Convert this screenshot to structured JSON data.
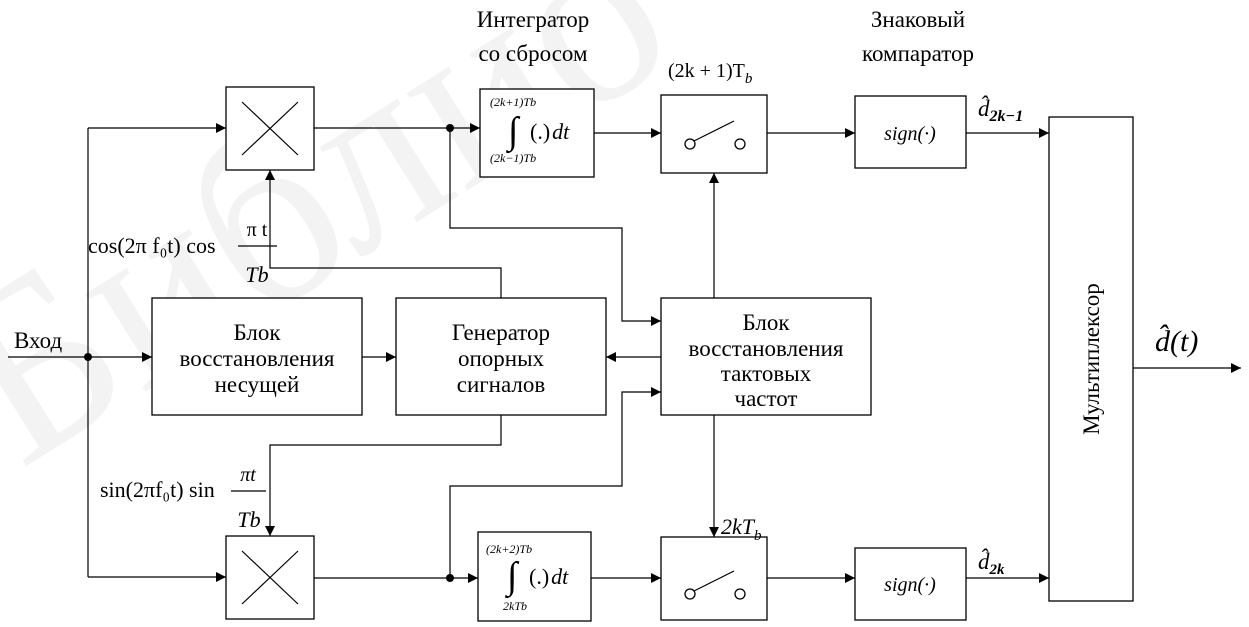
{
  "watermark": "Библио",
  "labels": {
    "input": "Вход",
    "integrator_title_1": "Интегратор",
    "integrator_title_2": "со сбросом",
    "comparator_title_1": "Знаковый",
    "comparator_title_2": "компаратор",
    "sample_top": "(2k + 1)T",
    "sample_top_sub": "b",
    "sample_bottom": "2kT",
    "sample_bottom_sub": "b",
    "output_odd": "d̂",
    "output_odd_sub": "2k−1",
    "output_even": "d̂",
    "output_even_sub": "2k",
    "output_main": "d̂(t)",
    "cos_formula": "cos(2π f₀t) cos",
    "cos_numerator": "π t",
    "cos_denominator": "Tb",
    "sin_formula": "sin(2πf₀t) sin",
    "sin_numerator": "πt",
    "sin_denominator": "Tb"
  },
  "blocks": {
    "carrier_recovery": {
      "line1": "Блок",
      "line2": "восстановления",
      "line3": "несущей"
    },
    "reference_generator": {
      "line1": "Генератор",
      "line2": "опорных",
      "line3": "сигналов"
    },
    "clock_recovery": {
      "line1": "Блок",
      "line2": "восстановления",
      "line3": "тактовых",
      "line4": "частот"
    },
    "integrator_top": {
      "upper_limit": "(2k+1)Tb",
      "lower_limit": "(2k−1)Tb",
      "integral_sign": "∫",
      "integrand": "(.)",
      "differential": "dt"
    },
    "integrator_bottom": {
      "upper_limit": "(2k+2)Tb",
      "lower_limit": "2kTb",
      "integral_sign": "∫",
      "integrand": "(.)",
      "differential": "dt"
    },
    "sign_top": "sign(·)",
    "sign_bottom": "sign(·)",
    "multiplexer": "Мультиплексор"
  }
}
